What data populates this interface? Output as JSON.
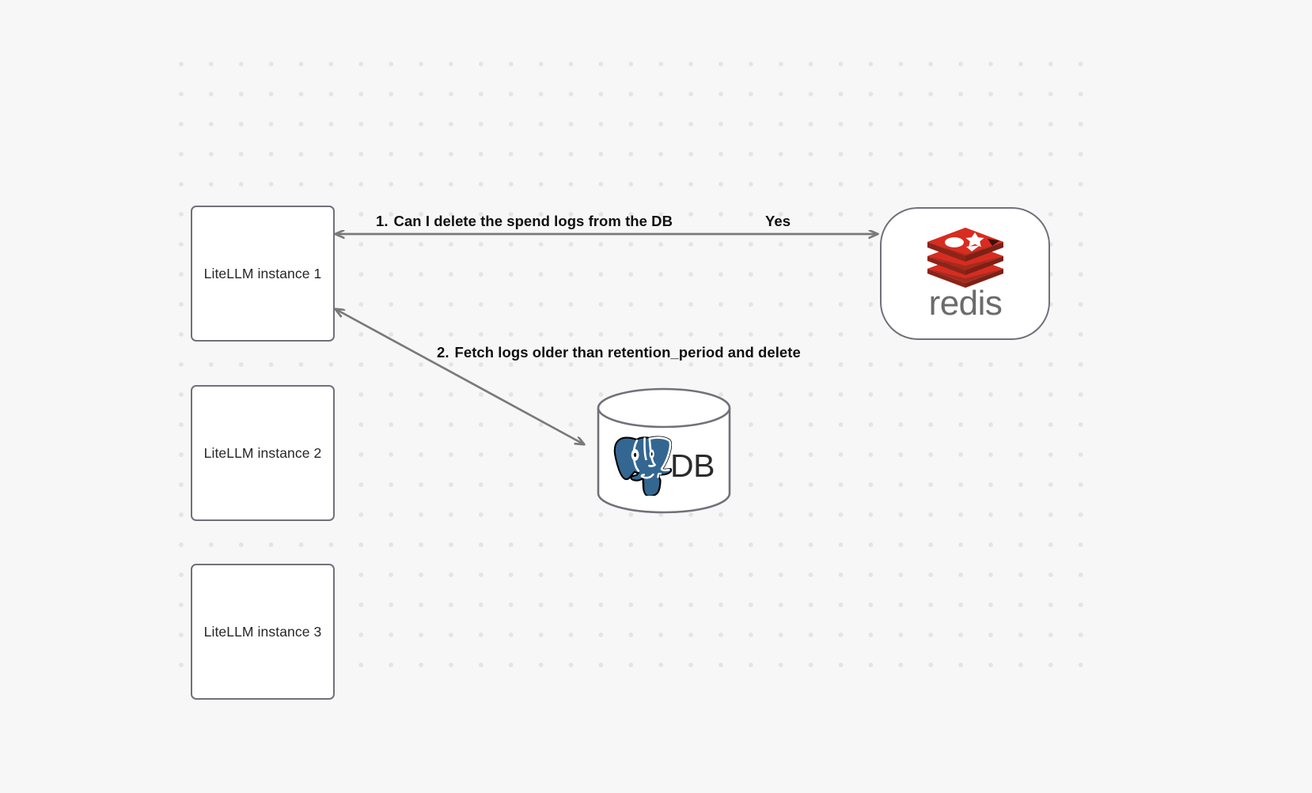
{
  "canvas": {
    "background_color": "#f7f7f7",
    "grid": "dot-grid",
    "grid_dot_color": "#e4e4e6"
  },
  "nodes": {
    "llm_instances": [
      {
        "id": "llm1",
        "label": "LiteLLM instance 1"
      },
      {
        "id": "llm2",
        "label": "LiteLLM instance 2"
      },
      {
        "id": "llm3",
        "label": "LiteLLM instance 3"
      }
    ],
    "redis": {
      "label": "redis",
      "logo_color": "#d82c20",
      "wordmark_color": "#6b6b6b"
    },
    "database": {
      "label": "DB",
      "logo": "postgresql-elephant",
      "logo_color": "#336791",
      "text_color": "#2b2b2b"
    }
  },
  "edges": [
    {
      "id": "edge-1",
      "from": "llm1",
      "to": "redis",
      "number": "1.",
      "label": "Can I delete the spend logs from the DB",
      "reply_label": "Yes",
      "bidirectional": true
    },
    {
      "id": "edge-2",
      "from": "db",
      "to": "llm1",
      "number": "2.",
      "label": "Fetch logs older than retention_period and delete",
      "bidirectional": true
    }
  ],
  "style": {
    "edge_color": "#7a7a7a",
    "node_border_color": "#71717a",
    "node_fill": "#ffffff",
    "label_color": "#101010"
  }
}
